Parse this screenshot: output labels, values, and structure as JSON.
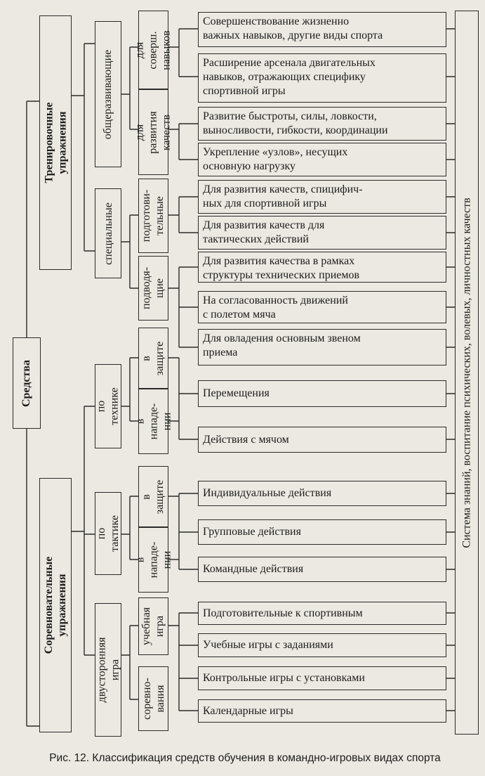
{
  "diagram": {
    "root": "Средства",
    "training": {
      "label": "Тренировочные\nупражнения",
      "general": "общеразвивающие",
      "general_perfect": "для соверш.\nнавыков",
      "general_develop": "для развития\nкачеств",
      "special": "специальные",
      "special_prep": "подготови-\nтельные",
      "special_lead": "подводя-\nщие"
    },
    "competitive": {
      "label": "Соревновательные\nупражнения",
      "technique": "по технике",
      "technique_defense": "в защите",
      "technique_attack": "в нападе-\nнии",
      "tactics": "по тактике",
      "tactics_defense": "в защите",
      "tactics_attack": "в нападе-\nнии",
      "two_sided": "двусторонняя игра",
      "training_game": "учебная\nигра",
      "competitions": "соревно-\nвания"
    },
    "items": [
      "Совершенствование жизненно\nважных навыков, другие виды спорта",
      "Расширение арсенала двигательных\nнавыков, отражающих специфику\nспортивной игры",
      "Развитие быстроты, силы, ловкости,\nвыносливости, гибкости, координации",
      "Укрепление «узлов», несущих\nосновную нагрузку",
      "Для развития качеств, спицифич-\nных для спортивной игры",
      "Для развития качеств для\nтактических действий",
      "Для развития качества в рамках\nструктуры технических приемов",
      "На согласованность движений\nс полетом мяча",
      "Для овладения основным звеном\nприема",
      "Перемещения",
      "Действия с мячом",
      "Индивидуальные действия",
      "Групповые действия",
      "Командные действия",
      "Подготовительные к спортивным",
      "Учебные игры с заданиями",
      "Контрольные игры с установками",
      "Календарные игры"
    ],
    "result": "Система знаний, воспитание психических, волевых, личностных качеств"
  },
  "caption": "Рис. 12. Классификация средств обучения в командно-игровых видах спорта"
}
